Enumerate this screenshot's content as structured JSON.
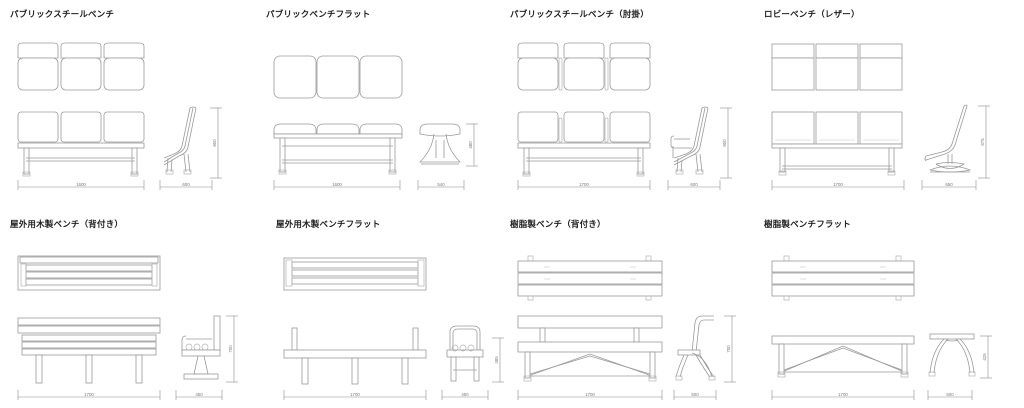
{
  "sheet": {
    "title_row1": "bench-catalog-row-1",
    "title_row2": "bench-catalog-row-2",
    "line_color": "#9a9a9a",
    "dim_color": "#7a7a7a",
    "background": "#ffffff"
  },
  "panels": [
    {
      "id": "public-steel-bench",
      "title": "パブリックスチールベンチ",
      "style": "steel-seat-back",
      "seats": 3,
      "width_dim": "1600",
      "depth_dim": "600",
      "height_dim": "800"
    },
    {
      "id": "public-bench-flat",
      "title": "パブリックベンチフラット",
      "style": "flat-pedestal",
      "seats": 3,
      "width_dim": "1600",
      "depth_dim": "540",
      "height_dim": "480"
    },
    {
      "id": "public-steel-bench-armrest",
      "title": "パブリックスチールベンチ（肘掛）",
      "style": "steel-seat-back-arm",
      "seats": 3,
      "width_dim": "1700",
      "depth_dim": "600",
      "height_dim": "800"
    },
    {
      "id": "lobby-bench-leather",
      "title": "ロビーベンチ（レザー）",
      "style": "leather-lobby",
      "seats": 3,
      "width_dim": "1700",
      "depth_dim": "650",
      "height_dim": "875"
    },
    {
      "id": "outdoor-wood-bench-back",
      "title": "屋外用木製ベンチ（背付き）",
      "style": "wood-slat-back",
      "seats": 0,
      "width_dim": "1700",
      "depth_dim": "450",
      "height_dim": "700"
    },
    {
      "id": "outdoor-wood-bench-flat",
      "title": "屋外用木製ベンチフラット",
      "style": "wood-slat-flat",
      "seats": 0,
      "width_dim": "1700",
      "depth_dim": "450",
      "height_dim": "385"
    },
    {
      "id": "resin-bench-back",
      "title": "樹脂製ベンチ（背付き）",
      "style": "resin-back",
      "seats": 0,
      "width_dim": "1700",
      "depth_dim": "500",
      "height_dim": "700"
    },
    {
      "id": "resin-bench-flat",
      "title": "樹脂製ベンチフラット",
      "style": "resin-flat",
      "seats": 0,
      "width_dim": "1700",
      "depth_dim": "500",
      "height_dim": "425"
    }
  ]
}
